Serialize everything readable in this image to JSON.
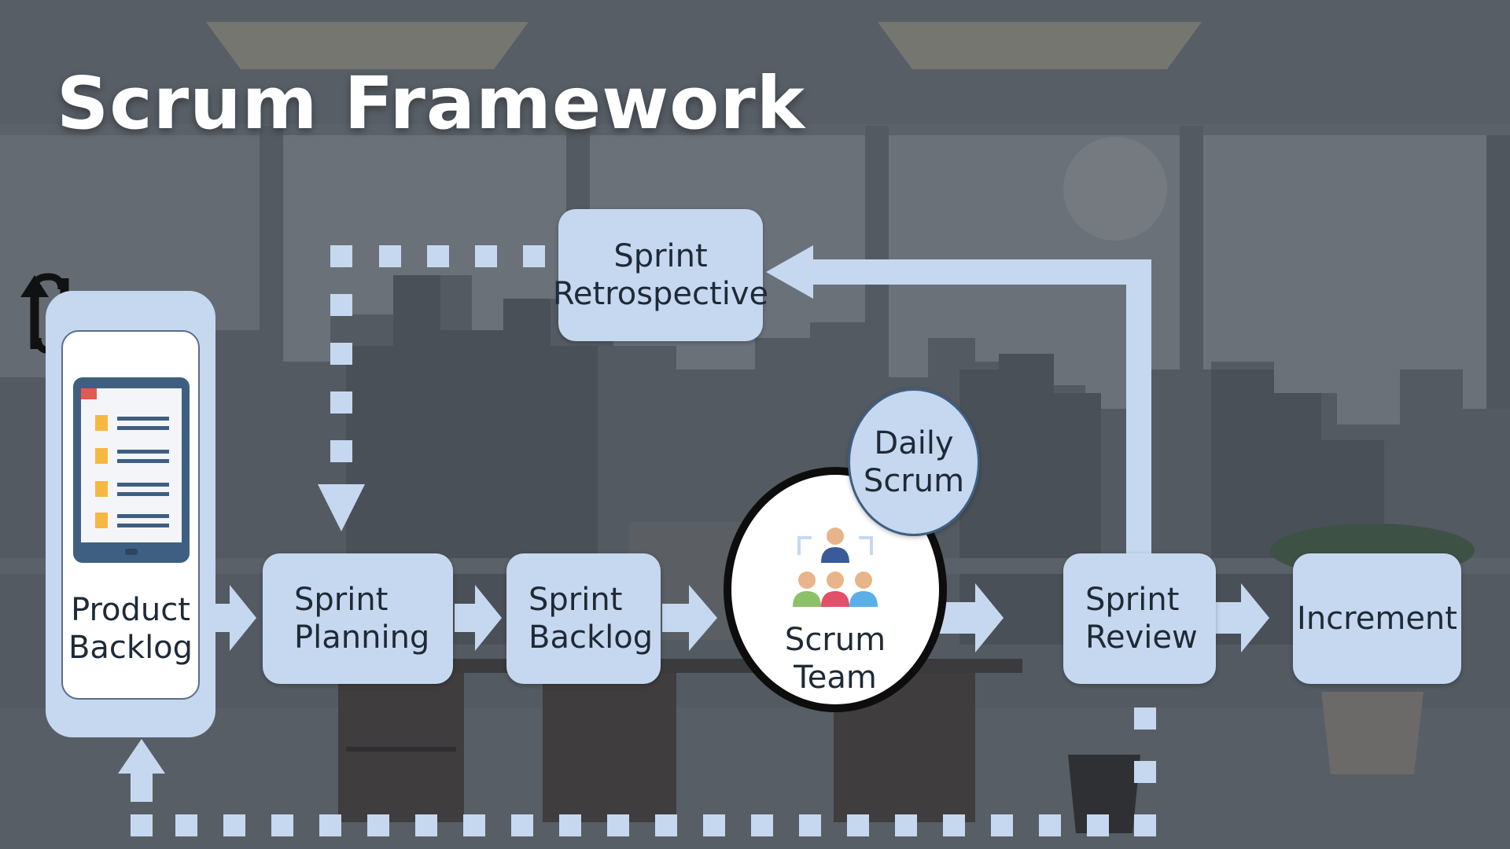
{
  "title": "Scrum Framework",
  "nodes": {
    "product_backlog": [
      "Product",
      "Backlog"
    ],
    "sprint_planning": [
      "Sprint",
      "Planning"
    ],
    "sprint_backlog": [
      "Sprint",
      "Backlog"
    ],
    "scrum_team": [
      "Scrum",
      "Team"
    ],
    "daily_scrum": [
      "Daily",
      "Scrum"
    ],
    "sprint_review": [
      "Sprint",
      "Review"
    ],
    "increment": "Increment",
    "sprint_retrospective": [
      "Sprint",
      "Retrospective"
    ]
  },
  "colors": {
    "box": "#c6d8f0",
    "background": "#4e555d",
    "text": "#1f2a36",
    "title": "#ffffff"
  },
  "icons": [
    "refresh-arrows-icon",
    "tablet-list-icon",
    "team-people-icon"
  ]
}
